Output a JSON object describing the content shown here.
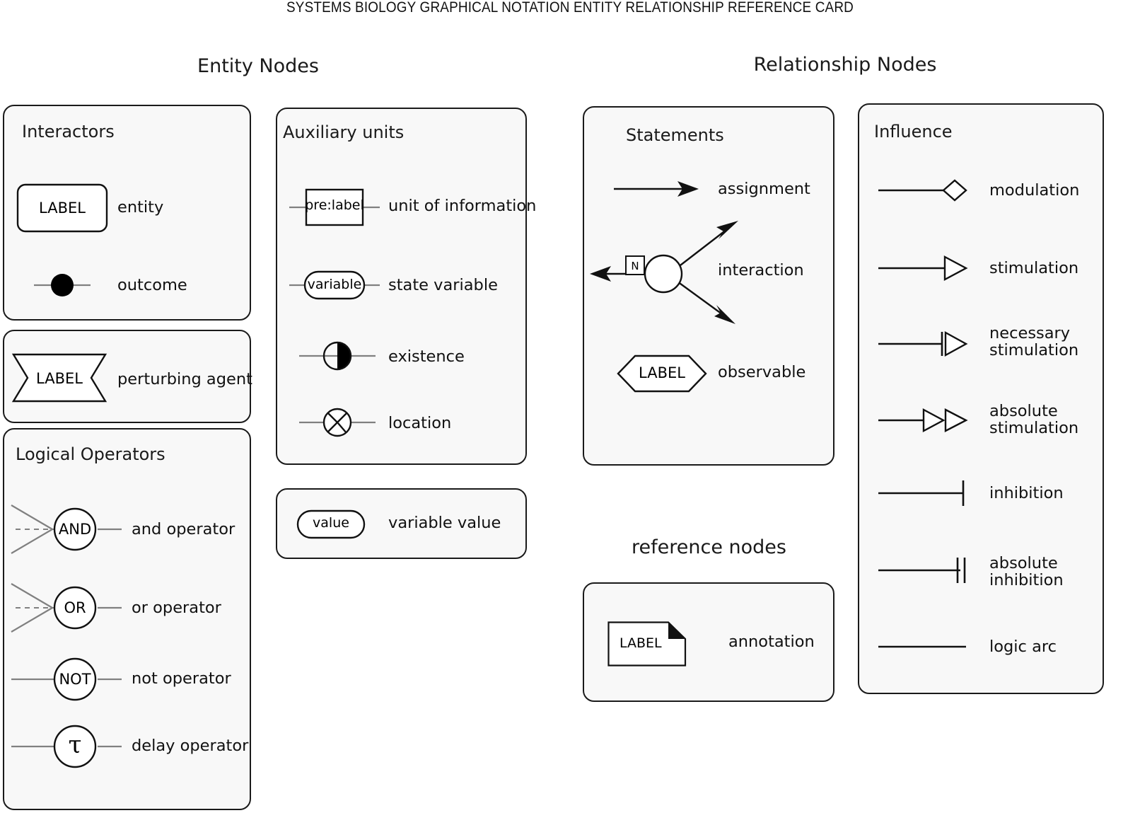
{
  "title": "SYSTEMS BIOLOGY GRAPHICAL NOTATION ENTITY RELATIONSHIP REFERENCE CARD",
  "columns": {
    "entity_nodes": "Entity Nodes",
    "relationship_nodes": "Relationship Nodes",
    "reference_nodes": "reference nodes"
  },
  "panels": {
    "interactors": {
      "title": "Interactors",
      "rows": [
        {
          "label": "entity",
          "node_text": "LABEL",
          "glyph": "rounded-rect-node"
        },
        {
          "label": "outcome",
          "node_text": "",
          "glyph": "filled-circle-node"
        }
      ]
    },
    "perturbing": {
      "rows": [
        {
          "label": "perturbing agent",
          "node_text": "LABEL",
          "glyph": "bowtie-node"
        }
      ]
    },
    "logical_operators": {
      "title": "Logical Operators",
      "rows": [
        {
          "label": "and operator",
          "node_text": "AND",
          "glyph": "circle-operator"
        },
        {
          "label": "or operator",
          "node_text": "OR",
          "glyph": "circle-operator"
        },
        {
          "label": "not operator",
          "node_text": "NOT",
          "glyph": "circle-operator-plain"
        },
        {
          "label": "delay operator",
          "node_text": "τ",
          "glyph": "circle-operator-plain"
        }
      ]
    },
    "auxiliary_units": {
      "title": "Auxiliary units",
      "rows": [
        {
          "label": "unit of information",
          "node_text": "pre:label",
          "glyph": "square-rect-node"
        },
        {
          "label": "state variable",
          "node_text": "variable",
          "glyph": "stadium-node"
        },
        {
          "label": "existence",
          "node_text": "",
          "glyph": "half-filled-circle"
        },
        {
          "label": "location",
          "node_text": "",
          "glyph": "slashed-circle"
        }
      ]
    },
    "variable_value": {
      "rows": [
        {
          "label": "variable value",
          "node_text": "value",
          "glyph": "stadium-node"
        }
      ]
    },
    "statements": {
      "title": "Statements",
      "rows": [
        {
          "label": "assignment",
          "node_text": "",
          "glyph": "plain-arrow"
        },
        {
          "label": "interaction",
          "node_text": "N",
          "glyph": "interaction-node"
        },
        {
          "label": "observable",
          "node_text": "LABEL",
          "glyph": "hexagon-node"
        }
      ]
    },
    "annotation": {
      "rows": [
        {
          "label": "annotation",
          "node_text": "LABEL",
          "glyph": "folded-corner-note"
        }
      ]
    },
    "influence": {
      "title": "Influence",
      "rows": [
        {
          "label": "modulation",
          "glyph": "line-open-diamond"
        },
        {
          "label": "stimulation",
          "glyph": "line-open-triangle"
        },
        {
          "label": "necessary\nstimulation",
          "glyph": "line-bar-open-triangle"
        },
        {
          "label": "absolute\nstimulation",
          "glyph": "line-double-open-triangle"
        },
        {
          "label": "inhibition",
          "glyph": "line-bar"
        },
        {
          "label": "absolute\ninhibition",
          "glyph": "line-double-bar"
        },
        {
          "label": "logic arc",
          "glyph": "plain-line"
        }
      ]
    }
  },
  "colors": {
    "panel_fill": "#f8f8f8",
    "stroke": "#1a1a1a",
    "arc_gray": "#808080",
    "text": "#111111"
  }
}
